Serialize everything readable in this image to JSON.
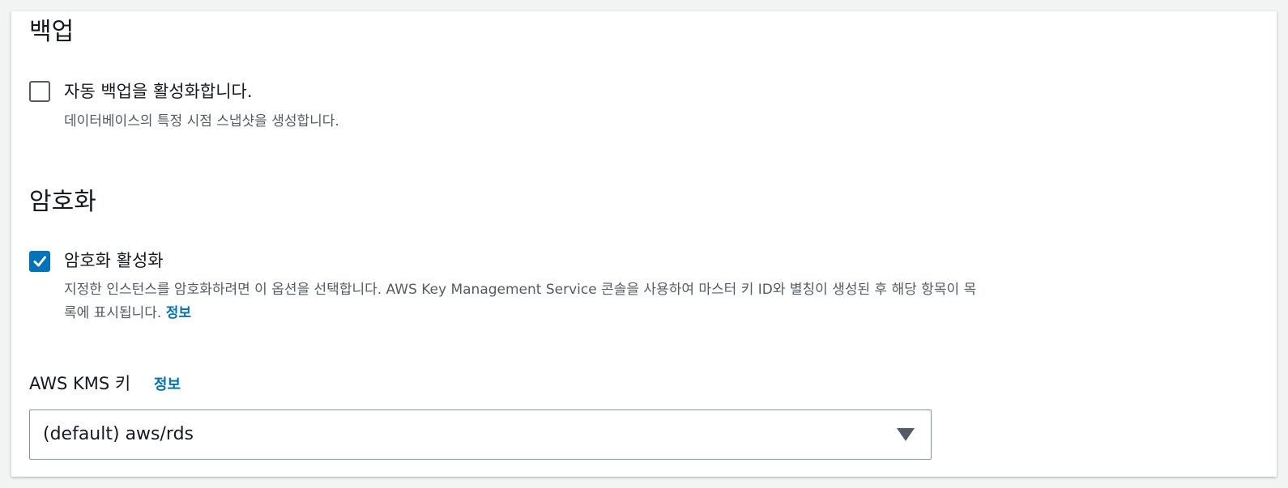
{
  "backup": {
    "title": "백업",
    "checkbox": {
      "label": "자동 백업을 활성화합니다.",
      "description": "데이터베이스의 특정 시점 스냅샷을 생성합니다.",
      "checked": false
    }
  },
  "encryption": {
    "title": "암호화",
    "checkbox": {
      "label": "암호화 활성화",
      "description_line1": "지정한 인스턴스를 암호화하려면 이 옵션을 선택합니다. AWS Key Management Service 콘솔을 사용하여 마스터 키 ID와 별칭이 생성된 후 해당 항목이 목",
      "description_line2": "록에 표시됩니다.",
      "info_link": "정보",
      "checked": true
    },
    "kms": {
      "label": "AWS KMS 키",
      "info_link": "정보",
      "selected": "(default) aws/rds"
    }
  },
  "colors": {
    "accent": "#0073bb",
    "text": "#16191f",
    "secondary_text": "#545b64"
  },
  "icons": {
    "check": "check-icon",
    "dropdown": "caret-down-icon"
  }
}
